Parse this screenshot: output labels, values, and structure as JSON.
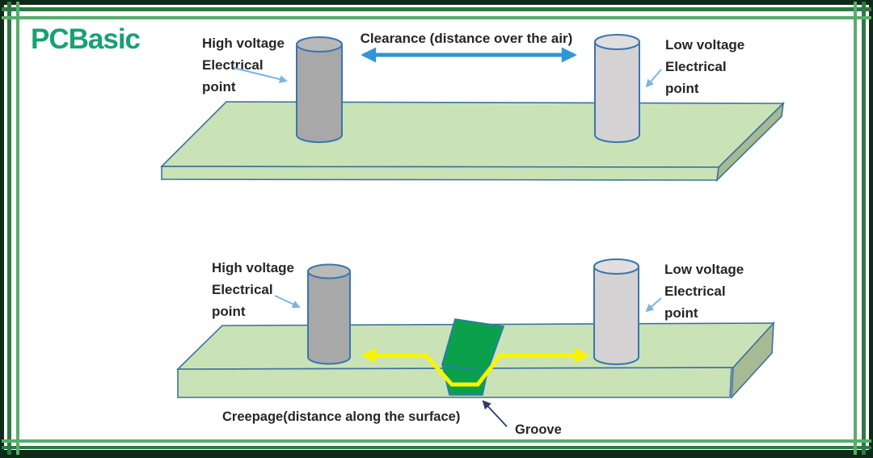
{
  "logo": {
    "text": "PCBasic",
    "color": "#18a173"
  },
  "colors": {
    "board_face": "#c9e3b7",
    "board_side": "#a6ba93",
    "board_outline": "#40719e",
    "cylinder_dark": "#a8a8a8",
    "cylinder_dark_top": "#b9b9b9",
    "cylinder_light": "#d4d2d2",
    "cylinder_light_top": "#e0dede",
    "clearance_arrow_blue": "#2f97d5",
    "label_arrow_lightblue": "#79b5e6",
    "groove_green": "#0ba14c",
    "creepage_yellow": "#f9f500",
    "groove_arrow_navy": "#2c3e66",
    "text": "#262626",
    "frame_outer_band": "#0e2a18",
    "frame_line_dark": "#2e7a45",
    "frame_line_light": "#57ae6a"
  },
  "top_diagram": {
    "clearance_label": "Clearance (distance over the air)",
    "high_voltage": {
      "line1": "High voltage",
      "line2": "Electrical",
      "line3": "point"
    },
    "low_voltage": {
      "line1": "Low voltage",
      "line2": "Electrical",
      "line3": "point"
    }
  },
  "bottom_diagram": {
    "creepage_label": "Creepage(distance along the surface)",
    "groove_label": "Groove",
    "high_voltage": {
      "line1": "High voltage",
      "line2": "Electrical",
      "line3": "point"
    },
    "low_voltage": {
      "line1": "Low voltage",
      "line2": "Electrical",
      "line3": "point"
    }
  }
}
